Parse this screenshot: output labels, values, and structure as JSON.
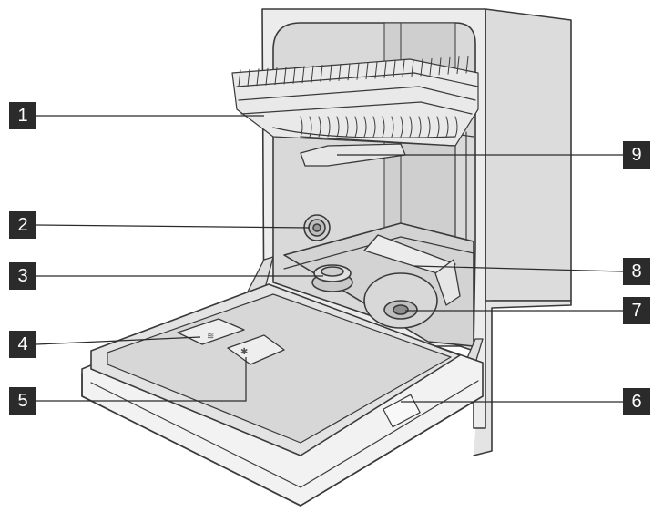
{
  "diagram": {
    "callouts": [
      {
        "id": "c1",
        "label": "1"
      },
      {
        "id": "c2",
        "label": "2"
      },
      {
        "id": "c3",
        "label": "3"
      },
      {
        "id": "c4",
        "label": "4"
      },
      {
        "id": "c5",
        "label": "5"
      },
      {
        "id": "c6",
        "label": "6"
      },
      {
        "id": "c7",
        "label": "7"
      },
      {
        "id": "c8",
        "label": "8"
      },
      {
        "id": "c9",
        "label": "9"
      }
    ]
  },
  "colors": {
    "body": "#ececec",
    "body_shade": "#dcdcdc",
    "interior": "#d9d9d9",
    "outline": "#3a3a3a",
    "callout_bg": "#2b2b2b",
    "callout_text": "#ffffff"
  }
}
